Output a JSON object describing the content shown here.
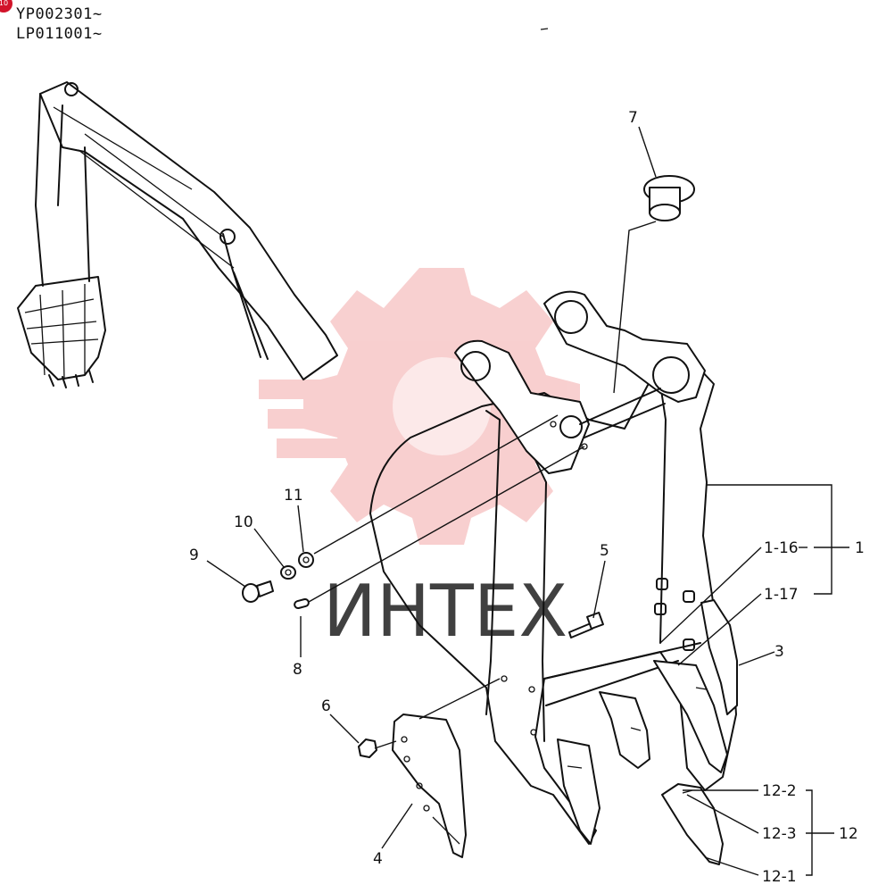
{
  "badge": "10",
  "serials": [
    "YP002301~",
    "LP011001~"
  ],
  "watermark": {
    "text": "ИНТЕХ",
    "color": "#f3b0b0"
  },
  "callouts": {
    "c1": "1",
    "c1_16": "1-16",
    "c1_17": "1-17",
    "c3": "3",
    "c4": "4",
    "c5": "5",
    "c6": "6",
    "c7": "7",
    "c8": "8",
    "c9": "9",
    "c10": "10",
    "c11": "11",
    "c12": "12",
    "c12_1": "12-1",
    "c12_2": "12-2",
    "c12_3": "12-3"
  },
  "colors": {
    "line": "#111111",
    "watermark": "#f3b0b0",
    "badge": "#d2142a"
  }
}
